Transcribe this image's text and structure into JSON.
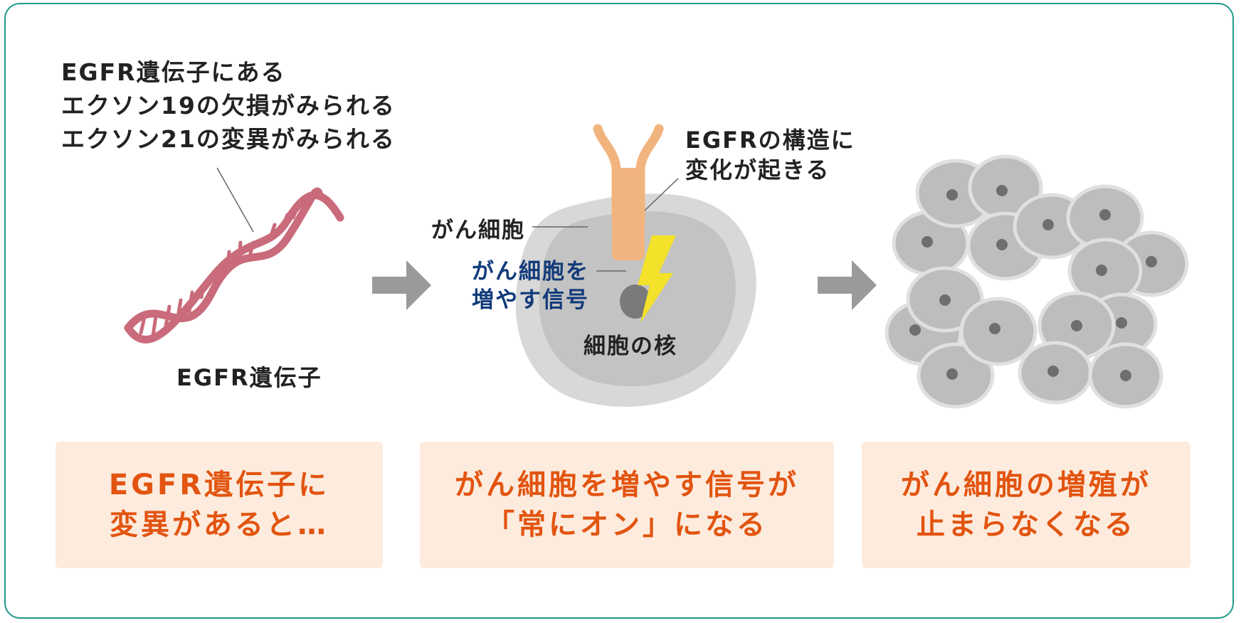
{
  "step1": {
    "note_lines": [
      "EGFR遺伝子にある",
      "エクソン19の欠損がみられる",
      "エクソン21の変異がみられる"
    ],
    "dna_label": "EGFR遺伝子"
  },
  "step2": {
    "receptor_note_lines": [
      "EGFRの構造に",
      "変化が起きる"
    ],
    "cell_label": "がん細胞",
    "signal_label_lines": [
      "がん細胞を",
      "増やす信号"
    ],
    "nucleus_label": "細胞の核"
  },
  "boxes": [
    {
      "lines": [
        "EGFR遺伝子に",
        "変異があると…"
      ]
    },
    {
      "lines": [
        "がん細胞を増やす信号が",
        "「常にオン」になる"
      ]
    },
    {
      "lines": [
        "がん細胞の増殖が",
        "止まらなくなる"
      ]
    }
  ],
  "colors": {
    "border": "#1f9a8a",
    "box_bg": "#fdebde",
    "box_text": "#e2540f",
    "dna": "#c96b7a",
    "receptor": "#f2b47e",
    "lightning": "#f3e12a",
    "signal_text": "#123b7a",
    "arrow": "#9a9a9a"
  }
}
